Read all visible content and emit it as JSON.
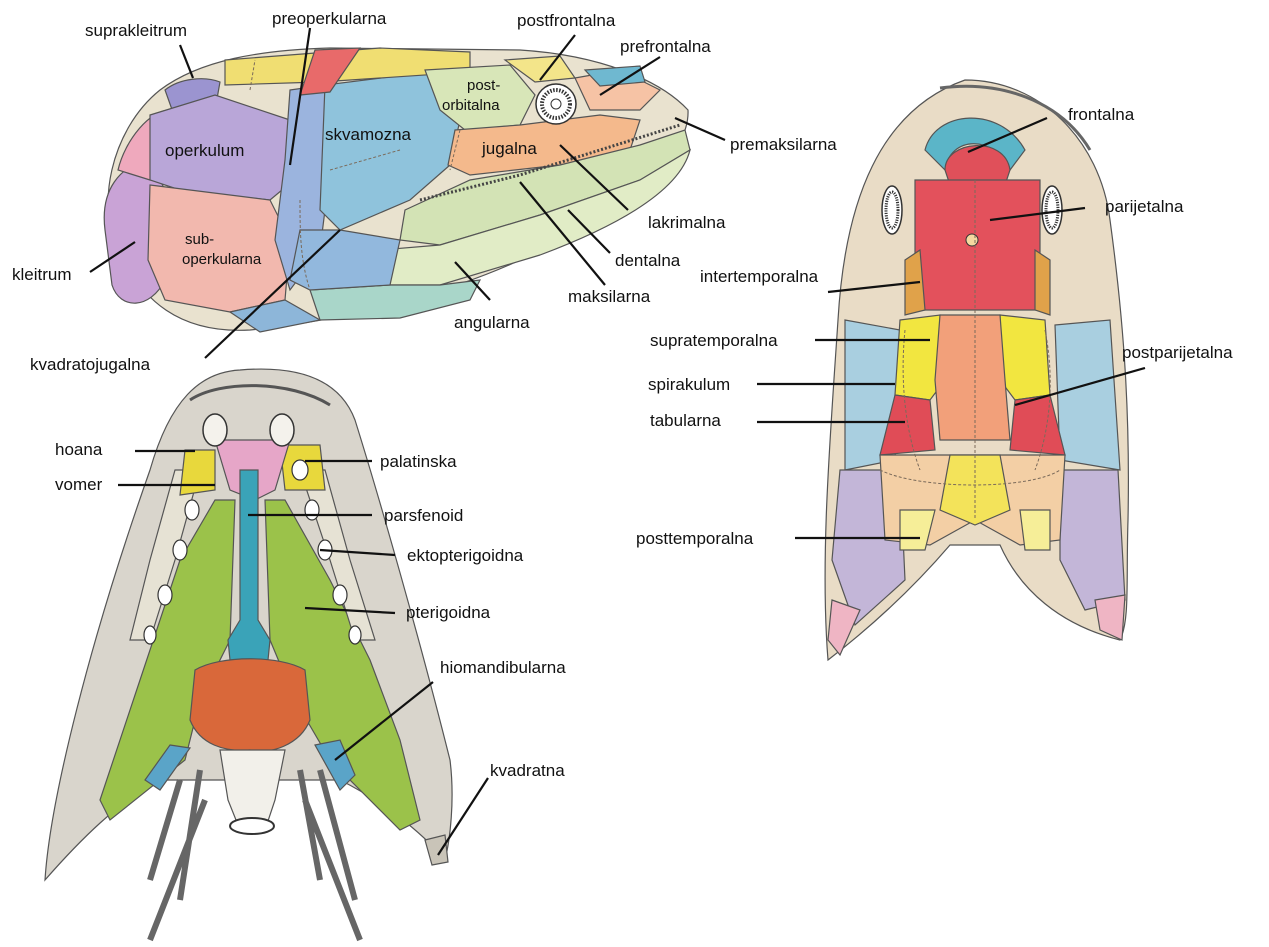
{
  "labels": {
    "lateral": {
      "suprakleitrum": "suprakleitrum",
      "preoperkularna": "preoperkularna",
      "postfrontalna": "postfrontalna",
      "prefrontalna": "prefrontalna",
      "postorbitalna_1": "post-",
      "postorbitalna_2": "orbitalna",
      "premaksilarna": "premaksilarna",
      "operkulum": "operkulum",
      "skvamozna": "skvamozna",
      "jugalna": "jugalna",
      "lakrimalna": "lakrimalna",
      "suboperkularna_1": "sub-",
      "suboperkularna_2": "operkularna",
      "dentalna": "dentalna",
      "kleitrum": "kleitrum",
      "maksilarna": "maksilarna",
      "angularna": "angularna",
      "kvadratojugalna": "kvadratojugalna"
    },
    "dorsal": {
      "frontalna": "frontalna",
      "parijetalna": "parijetalna",
      "intertemporalna": "intertemporalna",
      "supratemporalna": "supratemporalna",
      "postparijetalna": "postparijetalna",
      "spirakulum": "spirakulum",
      "tabularna": "tabularna",
      "posttemporalna": "posttemporalna"
    },
    "palatal": {
      "hoana": "hoana",
      "palatinska": "palatinska",
      "vomer": "vomer",
      "parsfenoid": "parsfenoid",
      "ektopterigoidna": "ektopterigoidna",
      "pterigoidna": "pterigoidna",
      "hiomandibularna": "hiomandibularna",
      "kvadratna": "kvadratna"
    }
  },
  "colors": {
    "operkulum": "#b9a6d8",
    "suboperkularna": "#f2b8ae",
    "kleitrum": "#c9a3d6",
    "skvamozna": "#8fc3dc",
    "postorbitalna": "#d8e6b8",
    "jugalna": "#f4b98c",
    "frontalna": "#e0505a",
    "parijetalna": "#e3515c",
    "supratemporalna": "#f2e640",
    "intertemporalna": "#e0a24a",
    "tabularna": "#e04c57",
    "postparijetalna": "#f2a07a",
    "premaksilarna_dorsal": "#5bb5c8",
    "pterigoidna": "#9bc24a",
    "parsfenoid": "#3aa3b8",
    "vomer": "#e6a6c8",
    "basioccipital": "#d9683a",
    "palatinska": "#e8d83c"
  }
}
